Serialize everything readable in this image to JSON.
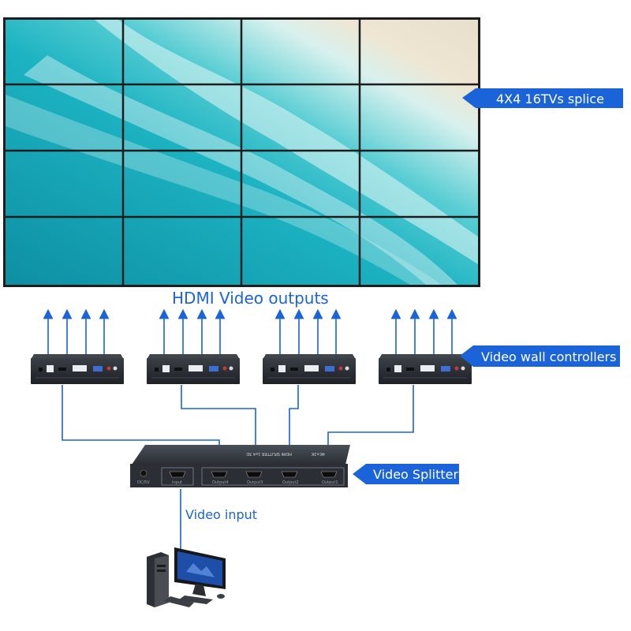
{
  "labels": {
    "video_wall": "4X4 16TVs splice",
    "hdmi_outputs": "HDMI Video outputs",
    "controllers": "Video wall controllers",
    "splitter": "Video Splitter",
    "video_input": "Video input"
  },
  "splitter": {
    "brand": "4K×2K",
    "model": "HDMI SPLITTER 1x4 3D",
    "dc_label": "DC/5V",
    "input_label": "Input",
    "output_labels": [
      "Output4",
      "Output3",
      "Output2",
      "Output1"
    ]
  },
  "colors": {
    "accent": "#1a63d8",
    "line": "#1a63d8",
    "device_body": "#2b2f35",
    "sea": "#1aa3b5",
    "sand": "#e9e2cf"
  },
  "icons": [
    "arrow-up-icon",
    "desktop-computer-icon",
    "monitor-icon",
    "hdmi-port-icon"
  ]
}
